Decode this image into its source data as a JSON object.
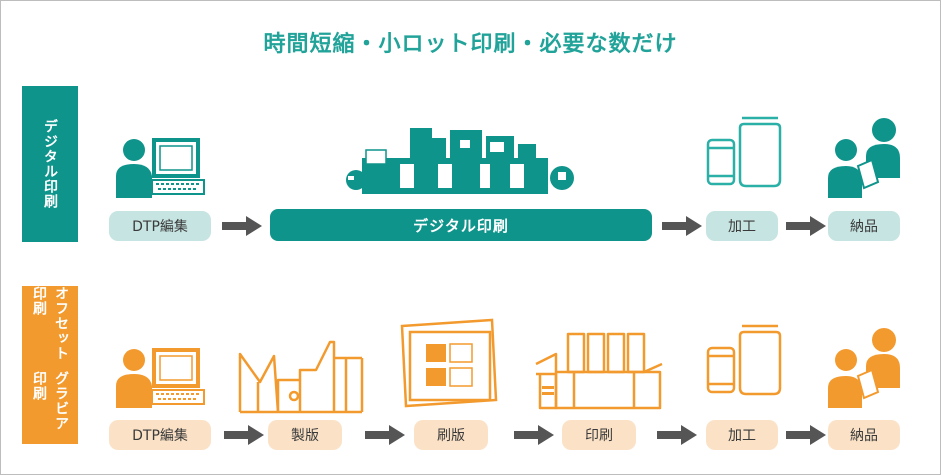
{
  "title": "時間短縮・小ロット印刷・必要な数だけ",
  "colors": {
    "teal": "#0f948b",
    "teal_light": "#c6e4e1",
    "orange": "#f39a2e",
    "orange_light": "#fbe2c6",
    "title": "#22a39a",
    "arrow": "#555555"
  },
  "digital_row": {
    "label": "デジタル印刷",
    "steps": [
      "DTP編集",
      "デジタル印刷",
      "加工",
      "納品"
    ]
  },
  "offset_row": {
    "label_line1": "オフセット印刷",
    "label_line2": "グラビア印刷",
    "steps": [
      "DTP編集",
      "製版",
      "刷版",
      "印刷",
      "加工",
      "納品"
    ]
  },
  "icons": [
    "computer-operator-icon",
    "digital-press-icon",
    "cans-and-pouch-icon",
    "delivery-people-icon",
    "plate-making-icon",
    "printing-plate-icon",
    "offset-press-icon"
  ]
}
